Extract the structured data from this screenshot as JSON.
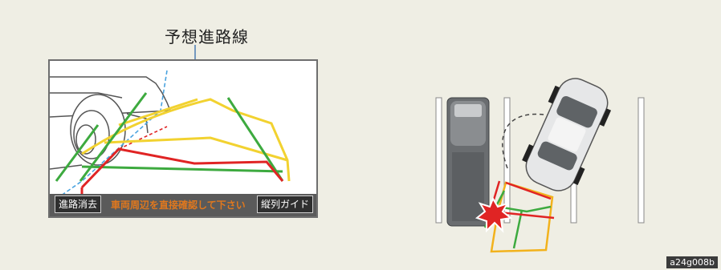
{
  "callout": {
    "label": "予想進路線"
  },
  "screen": {
    "left_button": "進路消去",
    "warning_text": "車両周辺を直接確認して下さい",
    "right_button": "縦列ガイド"
  },
  "figure_code": "a24g008b",
  "colors": {
    "background": "#efeee4",
    "yellow_guide": "#f2d230",
    "green_guide": "#3daa3f",
    "red_guide": "#e02424",
    "blue_guide": "#4aa3df",
    "warning_orange": "#e0781e"
  }
}
